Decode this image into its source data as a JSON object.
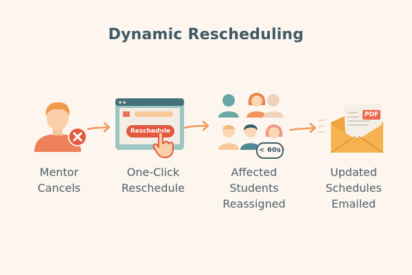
{
  "title": "Dynamic Rescheduling",
  "colors": {
    "background": "#fcf6ef",
    "title": "#3f5a66",
    "label": "#4e5f68",
    "accent_orange": "#f0965a",
    "accent_red": "#e2593d",
    "teal": "#6aa7a6",
    "dark_teal": "#3d6f78",
    "envelope": "#f5a945"
  },
  "steps": [
    {
      "id": "mentor",
      "icon": "person-cancel-icon",
      "label_lines": [
        "Mentor",
        "Cancels"
      ]
    },
    {
      "id": "reschedule",
      "icon": "browser-click-icon",
      "button_label": "Reschedule",
      "label_lines": [
        "One-Click",
        "Reschedule"
      ]
    },
    {
      "id": "students",
      "icon": "student-group-icon",
      "badge": "< 60s",
      "label_lines": [
        "Affected",
        "Students",
        "Reassigned"
      ]
    },
    {
      "id": "email",
      "icon": "envelope-pdf-icon",
      "attachment": "PDF",
      "label_lines": [
        "Updated",
        "Schedules",
        "Emailed"
      ]
    }
  ]
}
